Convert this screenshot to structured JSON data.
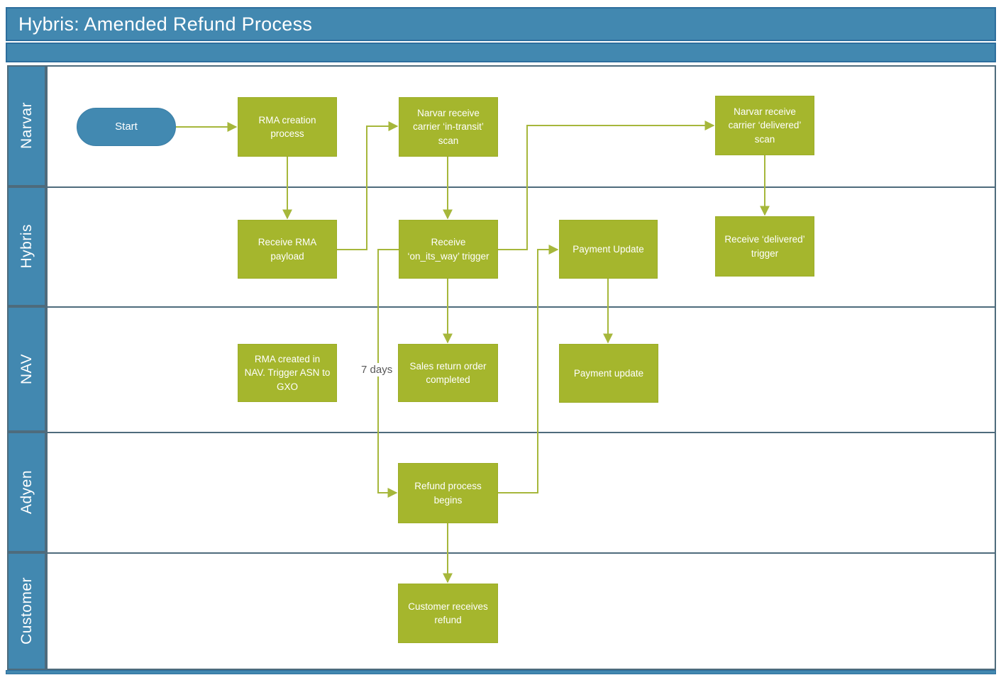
{
  "title": "Hybris: Amended Refund Process",
  "lanes": [
    {
      "label": "Narvar"
    },
    {
      "label": "Hybris"
    },
    {
      "label": "NAV"
    },
    {
      "label": "Adyen"
    },
    {
      "label": "Customer"
    }
  ],
  "nodes": {
    "start": {
      "label": "Start",
      "type": "terminator",
      "lane": "Narvar"
    },
    "rma_creation": {
      "label": "RMA creation process",
      "type": "process",
      "lane": "Narvar"
    },
    "in_transit_scan": {
      "label": "Narvar receive carrier ‘in-transit’ scan",
      "type": "process",
      "lane": "Narvar"
    },
    "delivered_scan": {
      "label": "Narvar receive carrier ‘delivered’ scan",
      "type": "process",
      "lane": "Narvar"
    },
    "receive_rma_payload": {
      "label": "Receive RMA payload",
      "type": "process",
      "lane": "Hybris"
    },
    "on_its_way_trigger": {
      "label": "Receive ‘on_its_way’ trigger",
      "type": "process",
      "lane": "Hybris"
    },
    "payment_update_hybris": {
      "label": "Payment Update",
      "type": "process",
      "lane": "Hybris"
    },
    "delivered_trigger": {
      "label": "Receive ‘delivered’ trigger",
      "type": "process",
      "lane": "Hybris"
    },
    "rma_created_nav": {
      "label": "RMA created in NAV. Trigger ASN to GXO",
      "type": "process",
      "lane": "NAV"
    },
    "sales_return_completed": {
      "label": "Sales return order completed",
      "type": "process",
      "lane": "NAV"
    },
    "payment_update_nav": {
      "label": "Payment update",
      "type": "process",
      "lane": "NAV"
    },
    "refund_process_begins": {
      "label": "Refund process begins",
      "type": "process",
      "lane": "Adyen"
    },
    "customer_receives_refund": {
      "label": "Customer receives refund",
      "type": "process",
      "lane": "Customer"
    }
  },
  "annotations": {
    "seven_days": "7 days"
  },
  "edges": [
    {
      "from": "start",
      "to": "rma_creation"
    },
    {
      "from": "rma_creation",
      "to": "receive_rma_payload"
    },
    {
      "from": "receive_rma_payload",
      "to": "in_transit_scan"
    },
    {
      "from": "in_transit_scan",
      "to": "on_its_way_trigger"
    },
    {
      "from": "on_its_way_trigger",
      "to": "refund_process_begins",
      "label": "7 days"
    },
    {
      "from": "on_its_way_trigger",
      "to": "delivered_scan"
    },
    {
      "from": "on_its_way_trigger",
      "to": "sales_return_completed"
    },
    {
      "from": "delivered_scan",
      "to": "delivered_trigger"
    },
    {
      "from": "refund_process_begins",
      "to": "payment_update_hybris"
    },
    {
      "from": "payment_update_hybris",
      "to": "payment_update_nav"
    },
    {
      "from": "refund_process_begins",
      "to": "customer_receives_refund"
    }
  ],
  "colors": {
    "lane_blue": "#4288B0",
    "bar_border_blue": "#2D6E9D",
    "divider_slate": "#4E6B7C",
    "process_green": "#A5B62D",
    "connector_green": "#A6B73B",
    "annotation_text": "#595959",
    "text_white": "#FFFFFF"
  }
}
